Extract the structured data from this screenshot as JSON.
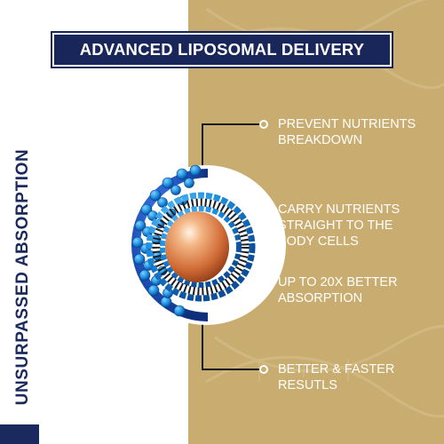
{
  "banner": {
    "title": "ADVANCED LIPOSOMAL DELIVERY"
  },
  "side_title": "UNSURPASSED ABSORPTION",
  "callouts": [
    {
      "text": "PREVENT NUTRIENTS\nBREAKDOWN"
    },
    {
      "text": "CARRY NUTRIENTS\nSTRAIGHT TO THE\nBODY CELLS"
    },
    {
      "text": "UP TO 20X BETTER\nABSORPTION"
    },
    {
      "text": "BETTER & FASTER\nRESUTLS"
    }
  ],
  "colors": {
    "navy": "#18265a",
    "gold": "#c9ac6f",
    "sphere_blue": "#2b7fd9",
    "core_orange": "#e38b55"
  }
}
